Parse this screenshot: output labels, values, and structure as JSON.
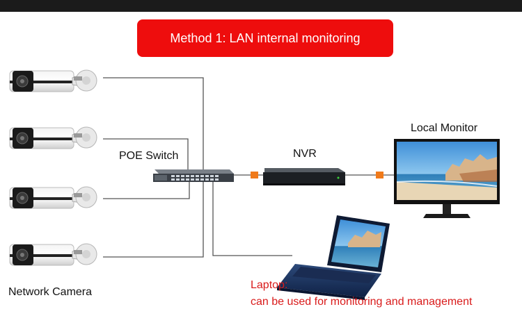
{
  "title": "Method 1: LAN internal monitoring",
  "labels": {
    "poe_switch": "POE Switch",
    "nvr": "NVR",
    "local_monitor": "Local Monitor",
    "network_camera": "Network Camera",
    "laptop_title": "Laptop:",
    "laptop_description": "can be used for monitoring and management"
  },
  "colors": {
    "title_background": "#ee0d0d",
    "laptop_text": "#d91a1a",
    "connector": "#f07a1a",
    "cable": "#555555",
    "top_bar": "#1b1b1b"
  },
  "cameras": [
    {
      "name": "camera-1"
    },
    {
      "name": "camera-2"
    },
    {
      "name": "camera-3"
    },
    {
      "name": "camera-4"
    }
  ]
}
